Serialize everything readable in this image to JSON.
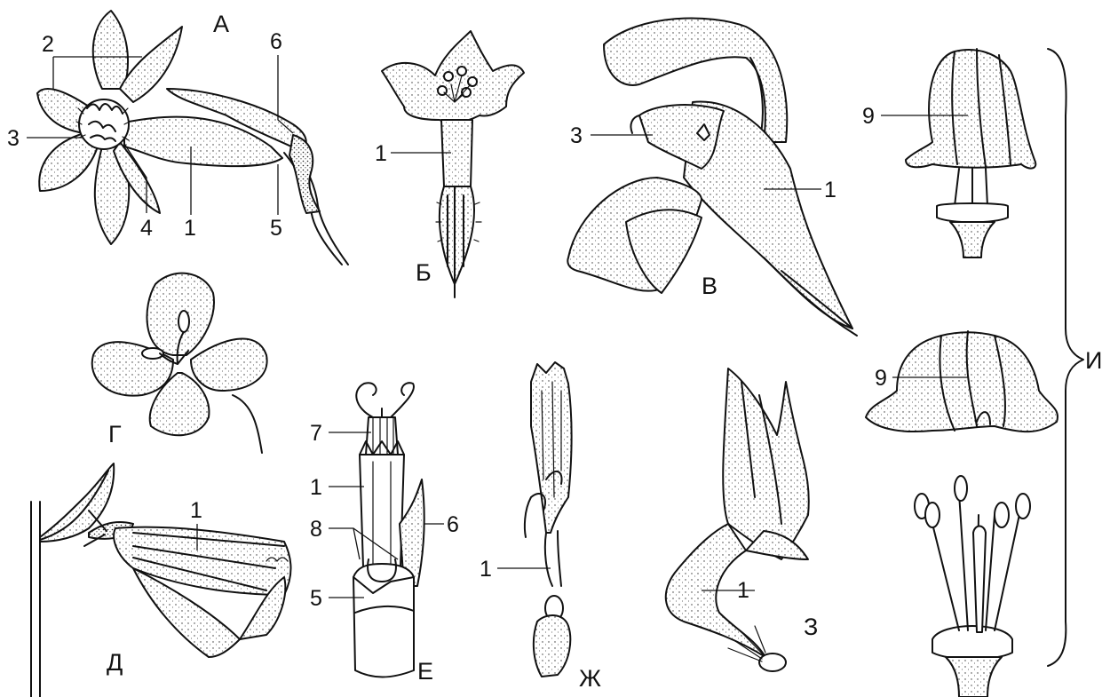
{
  "figures": {
    "A": "А",
    "B": "Б",
    "V": "В",
    "G": "Г",
    "D": "Д",
    "E": "Е",
    "Zh": "Ж",
    "Z": "З",
    "I": "И"
  },
  "labels": {
    "n1": "1",
    "n2": "2",
    "n3": "3",
    "n4": "4",
    "n5": "5",
    "n6": "6",
    "n7": "7",
    "n8": "8",
    "n9": "9"
  }
}
